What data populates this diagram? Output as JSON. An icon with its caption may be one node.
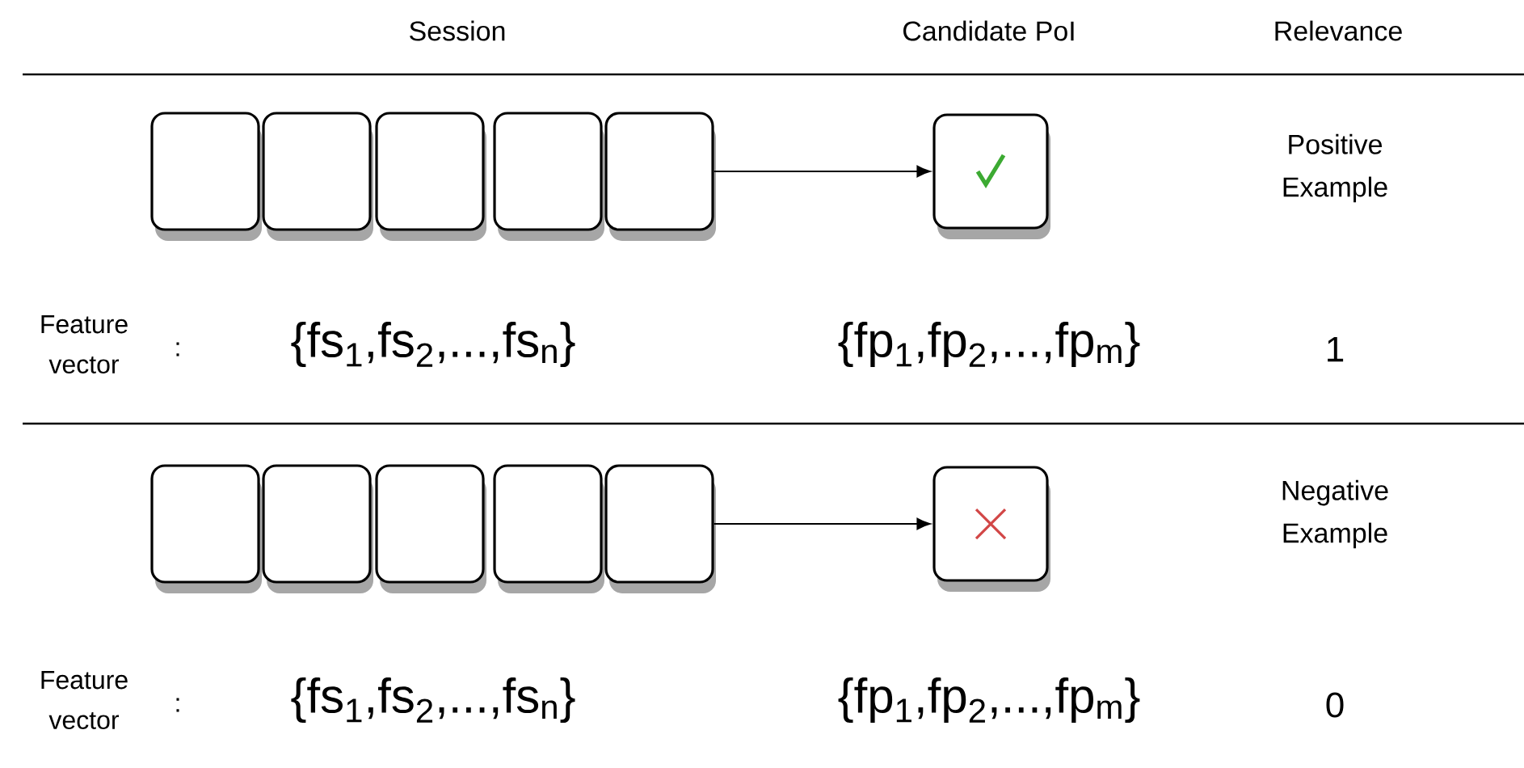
{
  "diagram": {
    "nodes": [
      {
        "text": [],
        "shape": "box"
      },
      {
        "text": [],
        "shape": "box"
      },
      {
        "text": [],
        "shape": "box"
      },
      {
        "text": [],
        "shape": "box"
      },
      {
        "text": [],
        "shape": "box"
      },
      {
        "text": [],
        "shape": "box"
      },
      {
        "text": [],
        "shape": "box"
      },
      {
        "text": [],
        "shape": "box"
      },
      {
        "text": [],
        "shape": "box"
      },
      {
        "text": [],
        "shape": "box"
      },
      {
        "text": [],
        "shape": "box"
      },
      {
        "text": [],
        "shape": "box"
      }
    ],
    "edges": [
      {
        "from": 4,
        "to": 5,
        "arrow": "to"
      },
      {
        "from": 10,
        "to": 11,
        "arrow": "to"
      }
    ],
    "labels": [
      "Session",
      "Candidate PoI",
      "Relevance",
      "Positive Example",
      "Feature vector",
      ":",
      "{fs$_{1}$,fs$_{2}$,...,fs$_{n}$}",
      "{fp$_{1}$,fp$_{2}$,...,fp$_{m}$}",
      "1",
      "Negative Example",
      "Feature vector",
      ":",
      "{fs$_{1}$,fs$_{2}$,...,fs$_{n}$}",
      "{fp$_{1}$,fp$_{2}$,...,fp$_{m}$}",
      "0"
    ]
  }
}
